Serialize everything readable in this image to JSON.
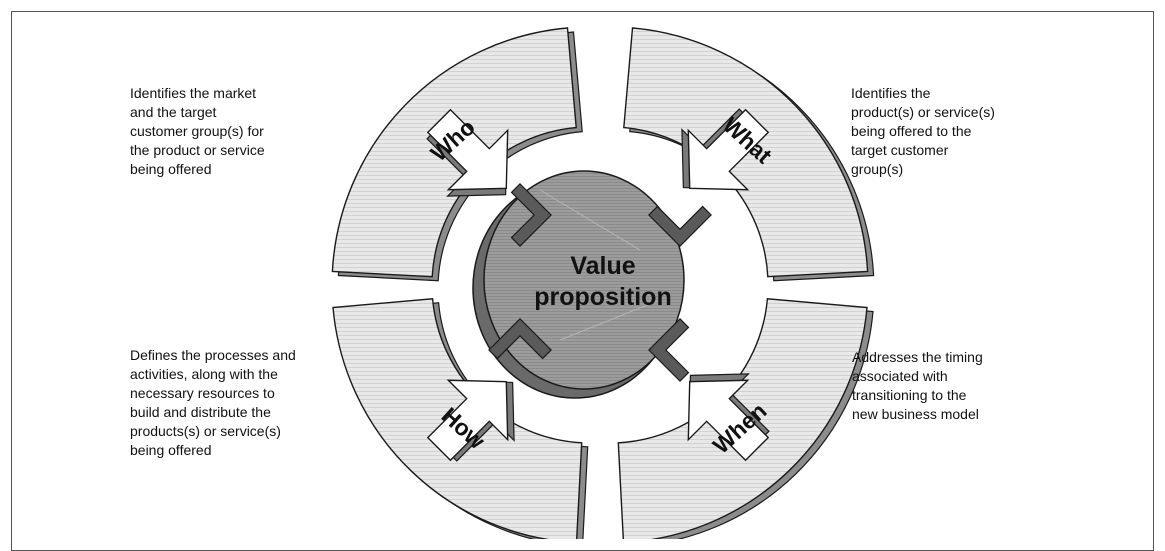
{
  "diagram": {
    "center": {
      "line1": "Value",
      "line2": "proposition"
    },
    "quadrants": [
      {
        "key": "who",
        "label": "Who",
        "description": "Identifies the market\nand the target\ncustomer group(s) for\nthe product or service\nbeing offered"
      },
      {
        "key": "what",
        "label": "What",
        "description": "Identifies the\nproduct(s) or service(s)\nbeing offered to the\ntarget customer\ngroup(s)"
      },
      {
        "key": "how",
        "label": "How",
        "description": "Defines the processes and\nactivities, along with the\nnecessary resources to\nbuild and distribute the\nproducts(s) or service(s)\nbeing offered"
      },
      {
        "key": "when",
        "label": "When",
        "description": "Addresses the timing\nassociated with\ntransitioning to the\nnew business model"
      }
    ]
  },
  "colors": {
    "arc_fill": "#e6e6e6",
    "arc_shadow": "#8c8c8c",
    "center_fill": "#9a9a9a",
    "center_shadow": "#6a6a6a",
    "outline": "#1a1a1a"
  }
}
